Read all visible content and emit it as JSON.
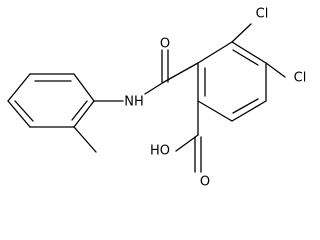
{
  "molecule": {
    "atoms": {
      "cl_top": "Cl",
      "cl_right": "Cl",
      "carbonyl_o": "O",
      "amide_nh": "NH",
      "acid_oh": "HO",
      "acid_o": "O"
    }
  }
}
